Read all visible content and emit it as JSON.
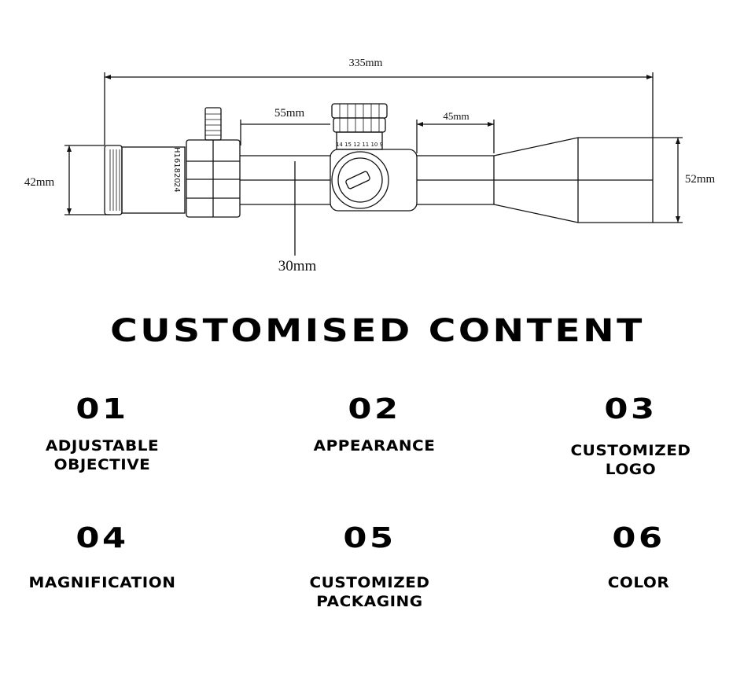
{
  "diagram": {
    "dimensions": {
      "overall_length": "335mm",
      "turret_width": "55mm",
      "eyepiece_gap": "45mm",
      "objective_diameter": "52mm",
      "eyepiece_diameter": "42mm",
      "tube_diameter": "30mm"
    },
    "engraving": {
      "turret_scale": "14 15 12 11 10 9",
      "body_text_1": "H161820",
      "body_text_2": "24"
    }
  },
  "heading": "CUSTOMISED CONTENT",
  "items": [
    {
      "number": "01",
      "line1": "ADJUSTABLE",
      "line2": "OBJECTIVE"
    },
    {
      "number": "02",
      "line1": "APPEARANCE",
      "line2": ""
    },
    {
      "number": "03",
      "line1": "CUSTOMIZED",
      "line2": "LOGO"
    },
    {
      "number": "04",
      "line1": "MAGNIFICATION",
      "line2": ""
    },
    {
      "number": "05",
      "line1": "CUSTOMIZED",
      "line2": "PACKAGING"
    },
    {
      "number": "06",
      "line1": "COLOR",
      "line2": ""
    }
  ]
}
